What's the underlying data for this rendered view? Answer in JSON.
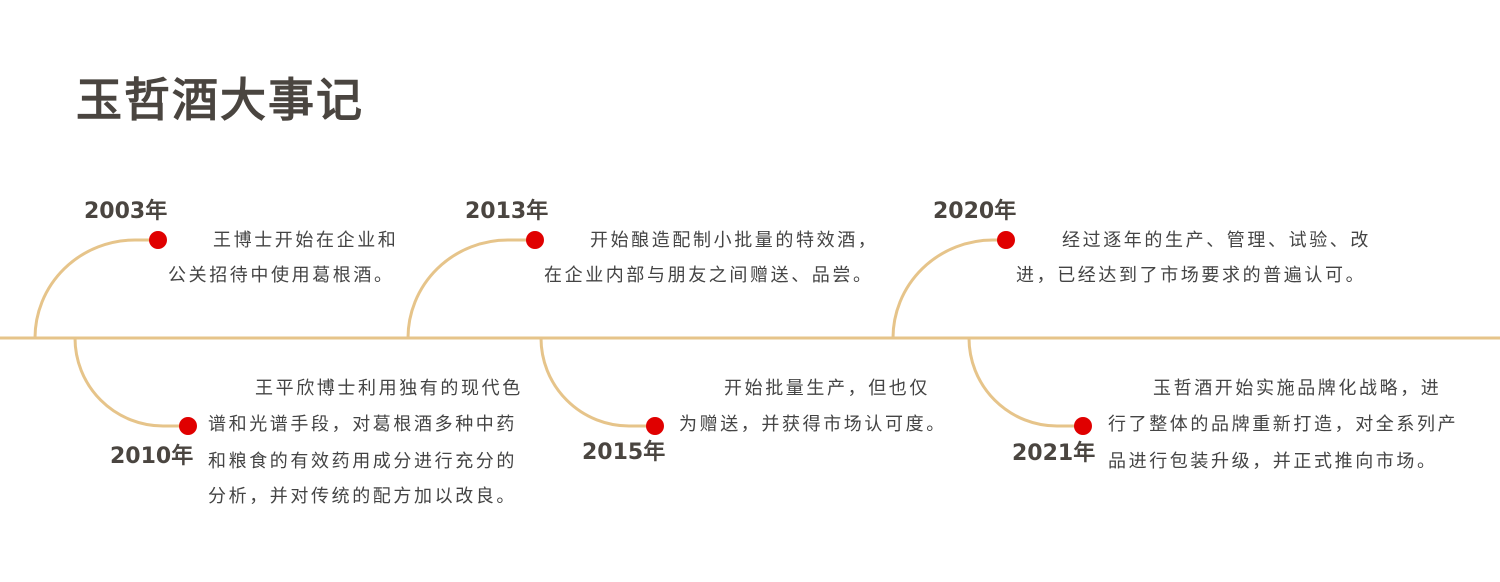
{
  "title": "玉哲酒大事记",
  "colors": {
    "line": "#e6c48a",
    "dot": "#e00000",
    "text": "#444444",
    "heading": "#4a4540"
  },
  "events": [
    {
      "year": "2003年",
      "lines": [
        "王博士开始在企业和",
        "公关招待中使用葛根酒。"
      ]
    },
    {
      "year": "2010年",
      "lines": [
        "王平欣博士利用独有的现代色",
        "谱和光谱手段，对葛根酒多种中药",
        "和粮食的有效药用成分进行充分的",
        "分析，并对传统的配方加以改良。"
      ]
    },
    {
      "year": "2013年",
      "lines": [
        "开始酿造配制小批量的特效酒，",
        "在企业内部与朋友之间赠送、品尝。"
      ]
    },
    {
      "year": "2015年",
      "lines": [
        "开始批量生产，但也仅",
        "为赠送，并获得市场认可度。"
      ]
    },
    {
      "year": "2020年",
      "lines": [
        "经过逐年的生产、管理、试验、改",
        "进，已经达到了市场要求的普遍认可。"
      ]
    },
    {
      "year": "2021年",
      "lines": [
        "玉哲酒开始实施品牌化战略，进",
        "行了整体的品牌重新打造，对全系列产",
        "品进行包装升级，并正式推向市场。"
      ]
    }
  ]
}
